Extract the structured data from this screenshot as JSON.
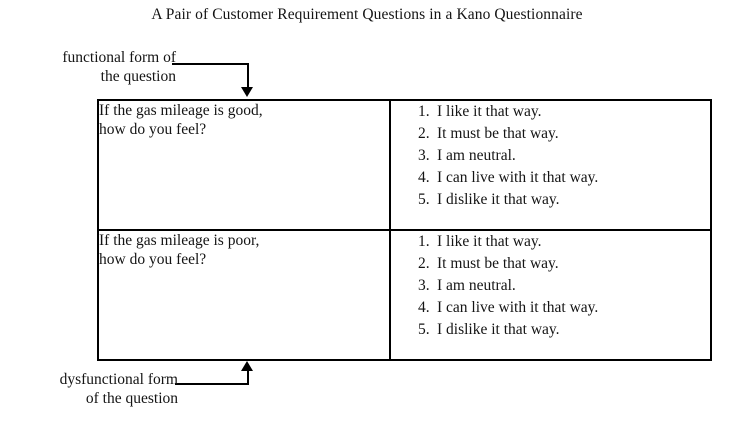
{
  "figure": {
    "title": "A Pair of Customer Requirement Questions in a Kano Questionnaire"
  },
  "callouts": {
    "functional": {
      "line1": "functional form of",
      "line2": "the question",
      "arrow_icon": "arrow-down-icon"
    },
    "dysfunctional": {
      "line1": "dysfunctional form",
      "line2": "of the question",
      "arrow_icon": "arrow-up-icon"
    }
  },
  "table": {
    "rows": [
      {
        "question": {
          "line1": "If the gas mileage is good,",
          "line2": "how do you feel?"
        },
        "options": [
          {
            "num": "1.",
            "text": "I like it that way."
          },
          {
            "num": "2.",
            "text": "It must be that way."
          },
          {
            "num": "3.",
            "text": "I am neutral."
          },
          {
            "num": "4.",
            "text": "I can live with it that way."
          },
          {
            "num": "5.",
            "text": "I dislike it that way."
          }
        ]
      },
      {
        "question": {
          "line1": "If the gas mileage is poor,",
          "line2": "how do you feel?"
        },
        "options": [
          {
            "num": "1.",
            "text": "I like it that way."
          },
          {
            "num": "2.",
            "text": "It must be that way."
          },
          {
            "num": "3.",
            "text": "I am neutral."
          },
          {
            "num": "4.",
            "text": "I can live with it that way."
          },
          {
            "num": "5.",
            "text": "I dislike it that way."
          }
        ]
      }
    ]
  },
  "colors": {
    "text": "#141414",
    "rule": "#000000",
    "background": "#ffffff"
  }
}
